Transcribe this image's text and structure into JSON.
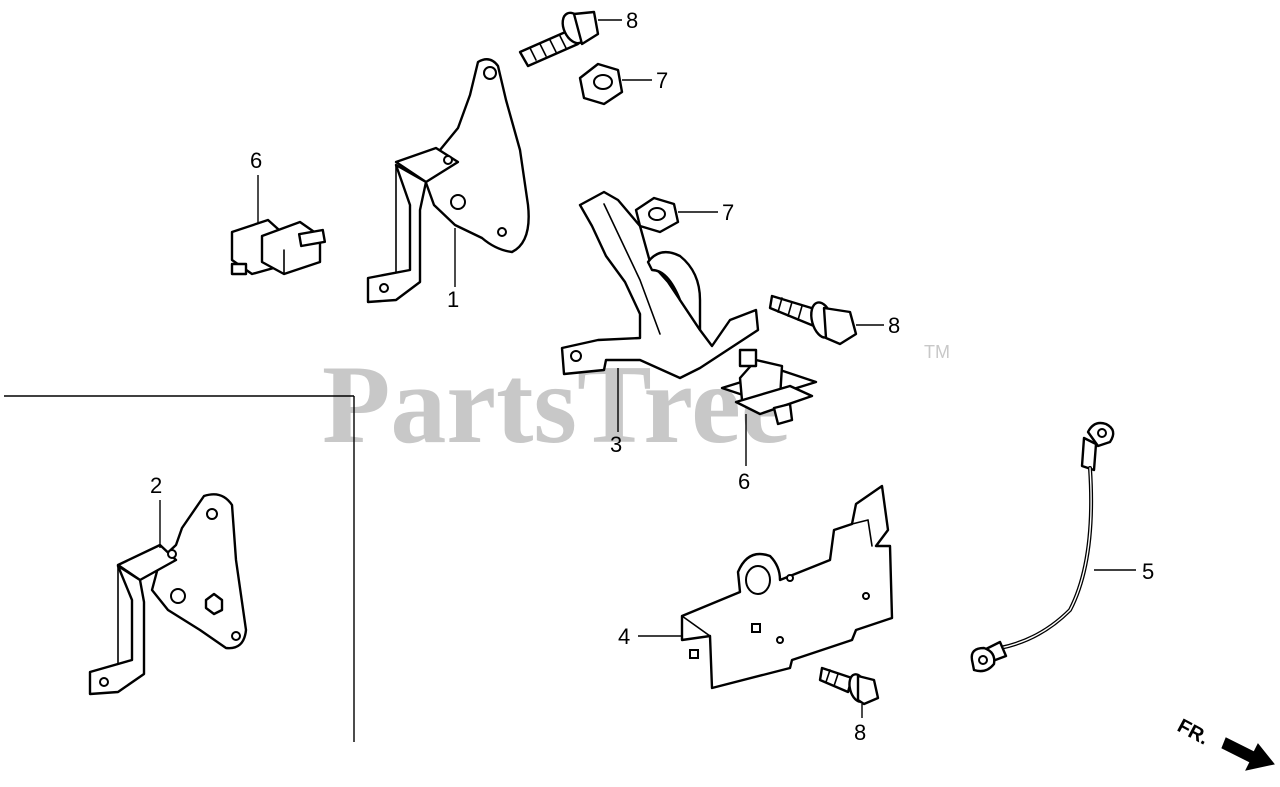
{
  "watermark": {
    "text": "PartsTree",
    "trademark": "TM"
  },
  "direction_label": "FR.",
  "callouts": {
    "bracket_upper": "1",
    "bracket_inset": "2",
    "bracket_middle": "3",
    "panel_bracket": "4",
    "ground_cable": "5",
    "mount_rubber_left": "6",
    "mount_rubber_right": "6",
    "flange_nut_upper": "7",
    "flange_nut_middle": "7",
    "flange_bolt_upper": "8",
    "flange_bolt_middle": "8",
    "flange_bolt_lower": "8"
  }
}
